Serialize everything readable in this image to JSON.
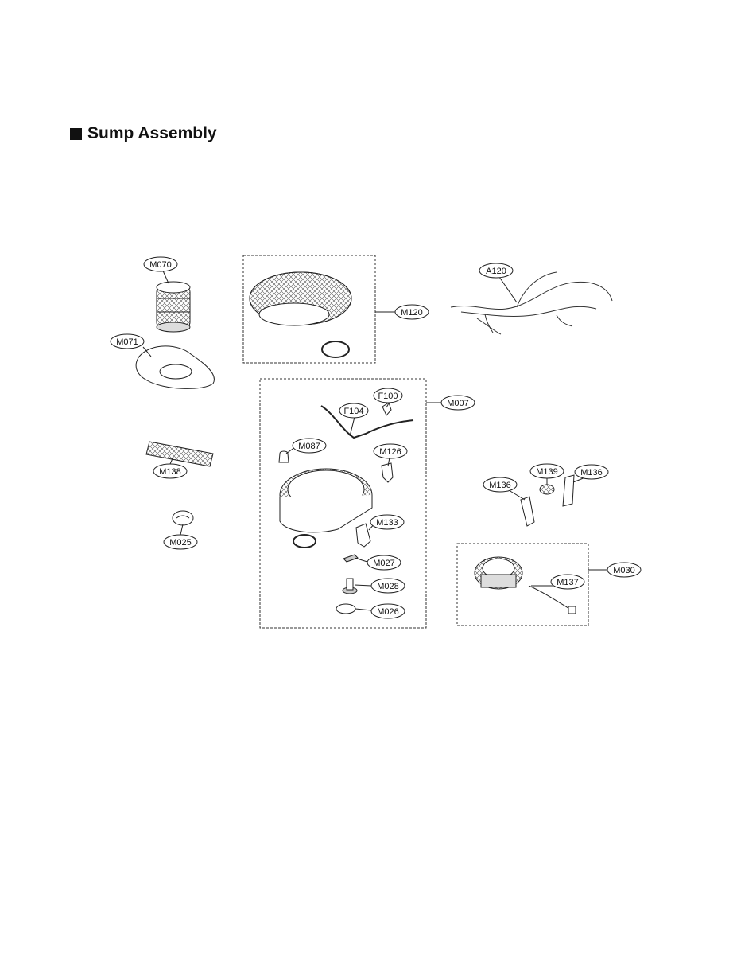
{
  "section": {
    "title": "Sump Assembly"
  },
  "parts": {
    "M070": "M070",
    "M071": "M071",
    "M138": "M138",
    "M025": "M025",
    "M120": "M120",
    "A120": "A120",
    "M007": "M007",
    "F100": "F100",
    "F104": "F104",
    "M087": "M087",
    "M126": "M126",
    "M133": "M133",
    "M027": "M027",
    "M028": "M028",
    "M026": "M026",
    "M139": "M139",
    "M136a": "M136",
    "M136b": "M136",
    "M030": "M030",
    "M137": "M137"
  }
}
